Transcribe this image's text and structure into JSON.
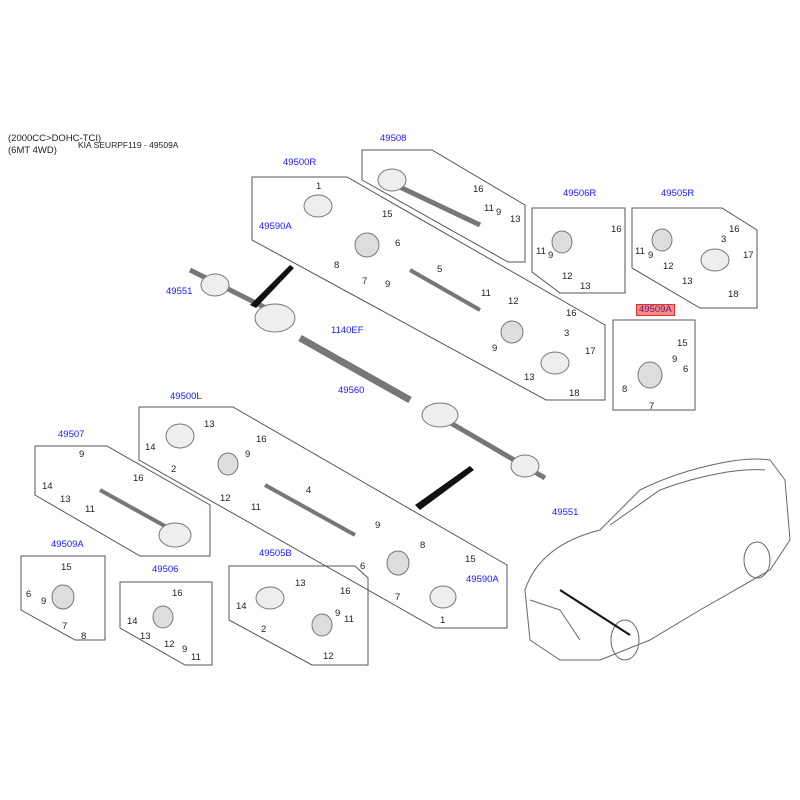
{
  "header": {
    "line1": "(2000CC>DOHC-TCI)",
    "line2": "(6MT 4WD)",
    "catalog": "KIA SEURPF119 - 49509A"
  },
  "parts": {
    "p49508": "49508",
    "p49500R": "49500R",
    "p49590A_r": "49590A",
    "p49551_l": "49551",
    "p1140EF": "1140EF",
    "p49560": "49560",
    "p49506R": "49506R",
    "p49505R": "49505R",
    "p49509A_sel": "49509A",
    "p49500L": "49500L",
    "p49507": "49507",
    "p49509A": "49509A",
    "p49506": "49506",
    "p49505B": "49505B",
    "p49590A_l": "49590A",
    "p49551_r": "49551"
  },
  "accent": {
    "link": "#1a1aff",
    "highlight": "#f28a8a"
  },
  "callouts": {
    "g49508": [
      "16",
      "11",
      "9",
      "13"
    ],
    "g49500R": [
      "1",
      "15",
      "8",
      "7",
      "9",
      "6",
      "5",
      "11",
      "12",
      "9",
      "13",
      "16",
      "3",
      "17",
      "18"
    ],
    "g49506R": [
      "16",
      "11",
      "9",
      "12",
      "13"
    ],
    "g49505R": [
      "16",
      "3",
      "11",
      "9",
      "12",
      "13",
      "17",
      "18"
    ],
    "g49509A_sel": [
      "15",
      "9",
      "6",
      "8",
      "7"
    ],
    "g49500L": [
      "14",
      "13",
      "16",
      "2",
      "9",
      "12",
      "11",
      "4",
      "9",
      "6",
      "8",
      "15",
      "7",
      "1"
    ],
    "g49507": [
      "9",
      "14",
      "13",
      "16",
      "11"
    ],
    "g49509A": [
      "15",
      "6",
      "9",
      "7",
      "8"
    ],
    "g49506": [
      "16",
      "14",
      "13",
      "12",
      "9",
      "11"
    ],
    "g49505B": [
      "13",
      "16",
      "14",
      "9",
      "11",
      "2",
      "12"
    ]
  }
}
